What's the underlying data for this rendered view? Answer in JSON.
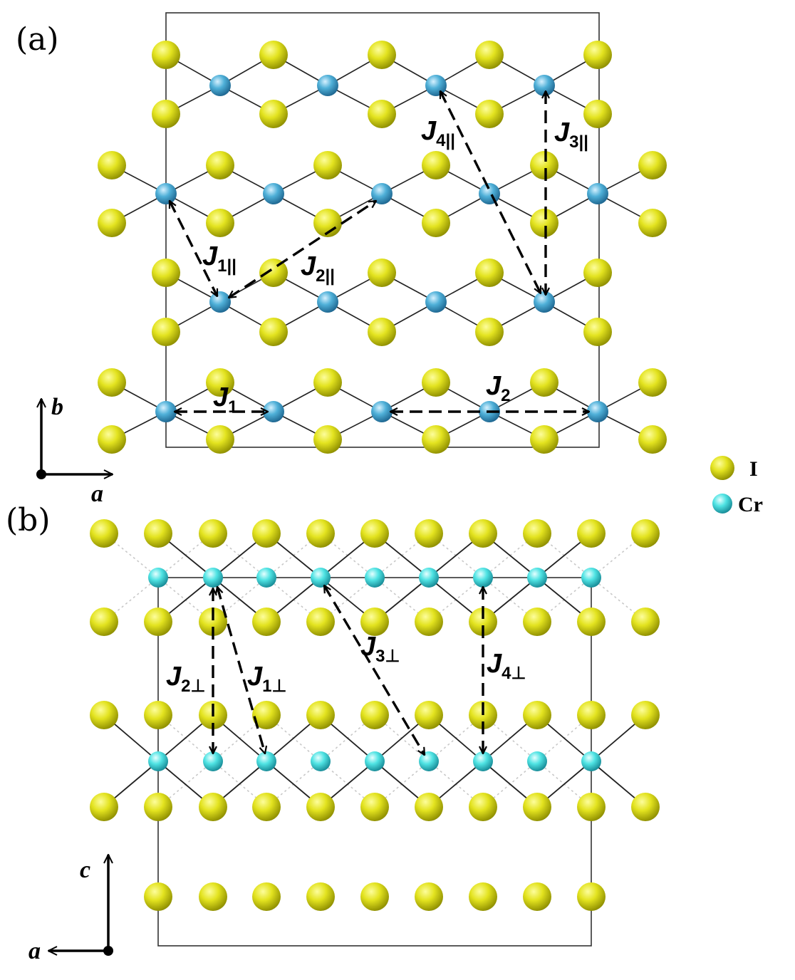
{
  "panels": [
    {
      "label": "(a)"
    },
    {
      "label": "(b)"
    }
  ],
  "atoms": [
    {
      "symbol": "I",
      "color": "#dcdc1a"
    },
    {
      "symbol": "Cr",
      "color_panel_a": "#4fb0d8",
      "color_panel_b": "#4fe3e3"
    }
  ],
  "exchange_labels_a": [
    {
      "main": "J",
      "sub": "1"
    },
    {
      "main": "J",
      "sub": "2"
    },
    {
      "main": "J",
      "sub": "1||"
    },
    {
      "main": "J",
      "sub": "2||"
    },
    {
      "main": "J",
      "sub": "3||"
    },
    {
      "main": "J",
      "sub": "4||"
    }
  ],
  "exchange_labels_b": [
    {
      "main": "J",
      "sub": "1⊥"
    },
    {
      "main": "J",
      "sub": "2⊥"
    },
    {
      "main": "J",
      "sub": "3⊥"
    },
    {
      "main": "J",
      "sub": "4⊥"
    }
  ],
  "axes": {
    "a_panel": {
      "vertical": "b",
      "horizontal": "a"
    },
    "b_panel": {
      "vertical": "c",
      "horizontal": "a"
    }
  }
}
